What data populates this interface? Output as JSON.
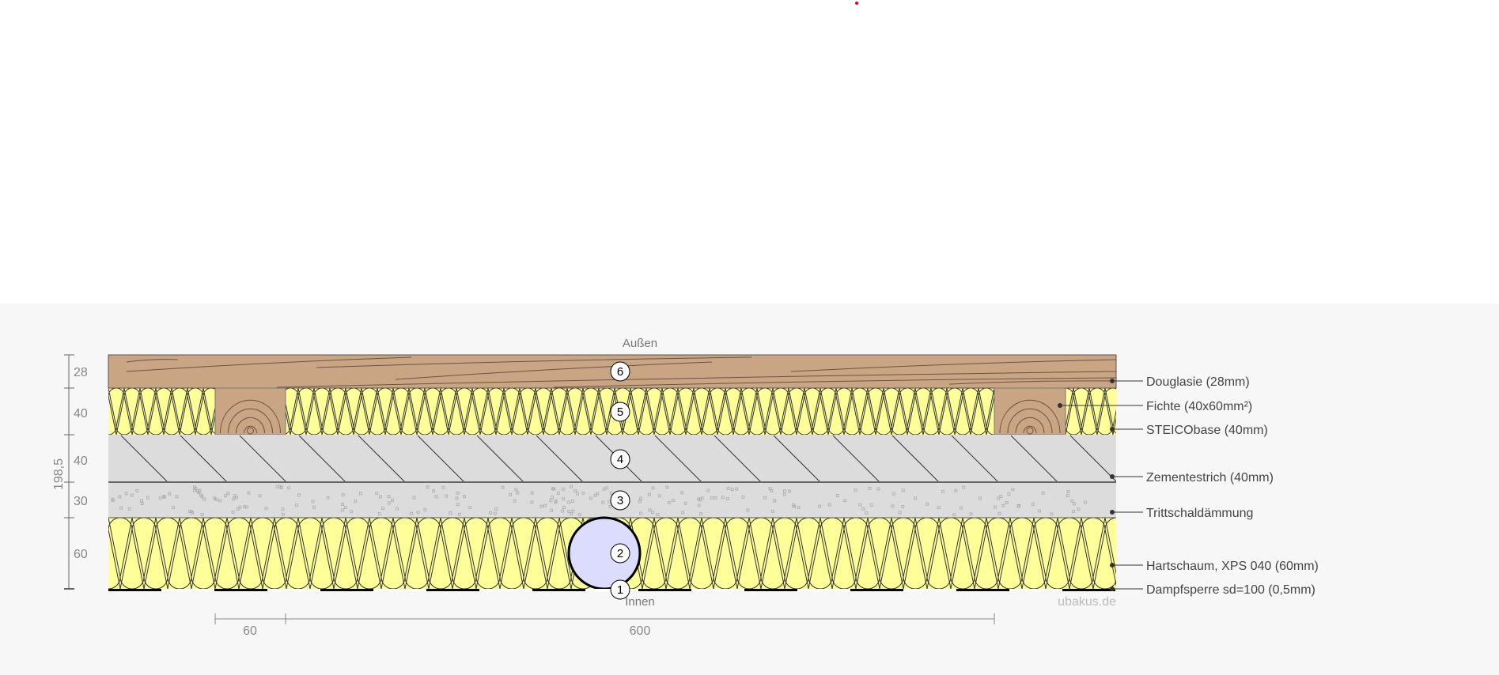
{
  "diagram": {
    "outside_label": "Außen",
    "inside_label": "Innen",
    "watermark": "ubakus.de",
    "total_thickness": "198,5",
    "layer_dims": [
      "28",
      "40",
      "40",
      "30",
      "60"
    ],
    "horizontal_dims": [
      "60",
      "600"
    ],
    "markers": [
      "1",
      "2",
      "3",
      "4",
      "5",
      "6"
    ],
    "legend": [
      "Douglasie (28mm)",
      "Fichte (40x60mm²)",
      "STEICObase (40mm)",
      "Zementestrich (40mm)",
      "Trittschaldämmung",
      "Hartschaum, XPS 040 (60mm)",
      "Dampfsperre sd=100 (0,5mm)"
    ],
    "colors": {
      "wood": "#c9a584",
      "insulation": "#ffff99",
      "screed": "#dcdcdc",
      "pipe": "#dcdcff"
    }
  }
}
